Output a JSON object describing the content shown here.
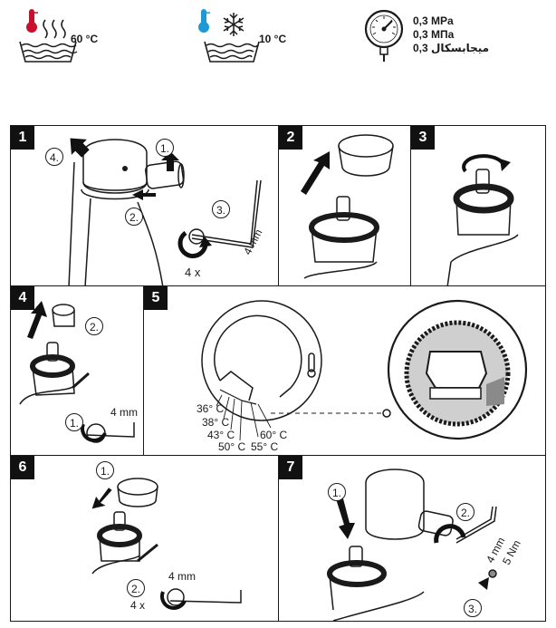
{
  "specs": {
    "hot_temp": "60 °C",
    "cold_temp": "10 °C",
    "pressure_line1": "0,3 MPa",
    "pressure_line2": "0,3 МПа",
    "pressure_line3": "0,3 ميجابسكال"
  },
  "steps": [
    {
      "number": "1",
      "labels": {
        "c1": "1.",
        "c2": "2.",
        "c3": "3.",
        "c4": "4.",
        "tool": "4 mm",
        "count": "4 x"
      }
    },
    {
      "number": "2"
    },
    {
      "number": "3"
    },
    {
      "number": "4",
      "labels": {
        "c1": "1.",
        "c2": "2.",
        "tool": "4 mm"
      }
    },
    {
      "number": "5",
      "temps": [
        "36° C",
        "38° C",
        "43° C",
        "50° C",
        "55° C",
        "60° C"
      ]
    },
    {
      "number": "6",
      "labels": {
        "c1": "1.",
        "c2": "2.",
        "tool": "4 mm",
        "count": "4 x"
      }
    },
    {
      "number": "7",
      "labels": {
        "c1": "1.",
        "c2": "2.",
        "c3": "3.",
        "tool": "4 mm",
        "torque": "5 Nm"
      }
    }
  ]
}
